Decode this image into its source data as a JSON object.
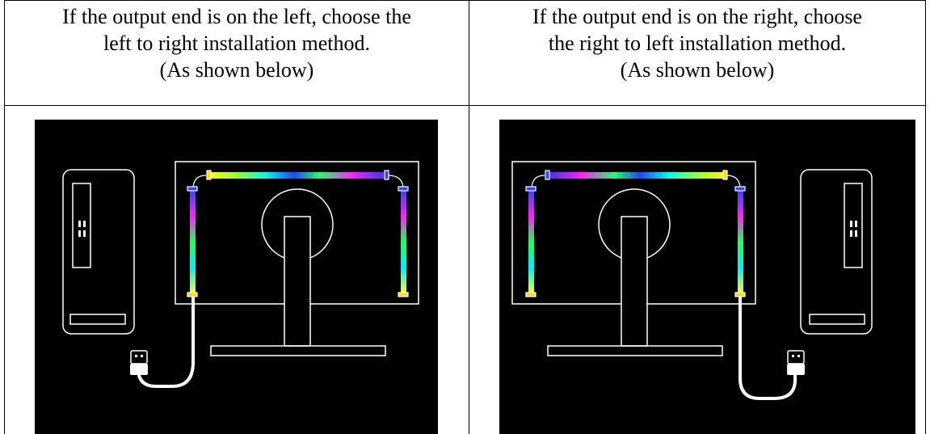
{
  "columns": [
    {
      "lines": [
        "If the output end is on the left, choose the",
        "left to right installation method.",
        "(As shown below)"
      ],
      "diagram": {
        "direction": "left-to-right",
        "pc_side": "left",
        "usb_side": "left"
      }
    },
    {
      "lines": [
        "If the output end is on the right, choose",
        "the right to left installation method.",
        "(As shown below)"
      ],
      "diagram": {
        "direction": "right-to-left",
        "pc_side": "right",
        "usb_side": "right"
      }
    }
  ],
  "colors": {
    "border": "#000000",
    "panel_background": "#000000",
    "outline": "#ffffff"
  }
}
